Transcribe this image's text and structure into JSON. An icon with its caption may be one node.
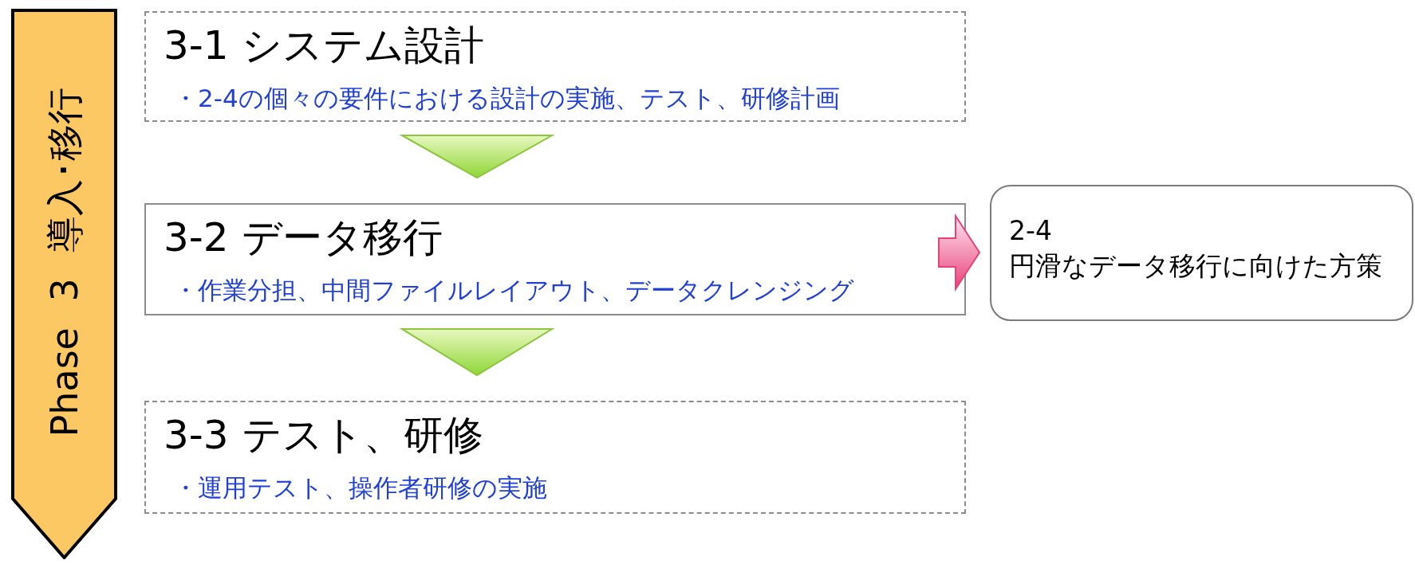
{
  "diagram": {
    "nodes": [
      {
        "text": [
          "Phase 3 導入･移行"
        ]
      },
      {
        "text": [
          "3-1 システム設計",
          "・2-4の個々の要件における設計の実施、テスト、研修計画"
        ]
      },
      {
        "text": [
          "3-2 データ移行",
          "・作業分担、中間ファイルレイアウト、データクレンジング"
        ]
      },
      {
        "text": [
          "3-3 テスト、研修",
          "・運用テスト、操作者研修の実施"
        ]
      },
      {
        "text": [
          "2-4",
          "円滑なデータ移行に向けた方策"
        ]
      }
    ],
    "edges": [
      {
        "from": 1,
        "to": 2,
        "arrow": "to"
      },
      {
        "from": 2,
        "to": 3,
        "arrow": "to"
      },
      {
        "from": 2,
        "to": 4,
        "arrow": "to",
        "color": "#e8417a"
      }
    ]
  }
}
